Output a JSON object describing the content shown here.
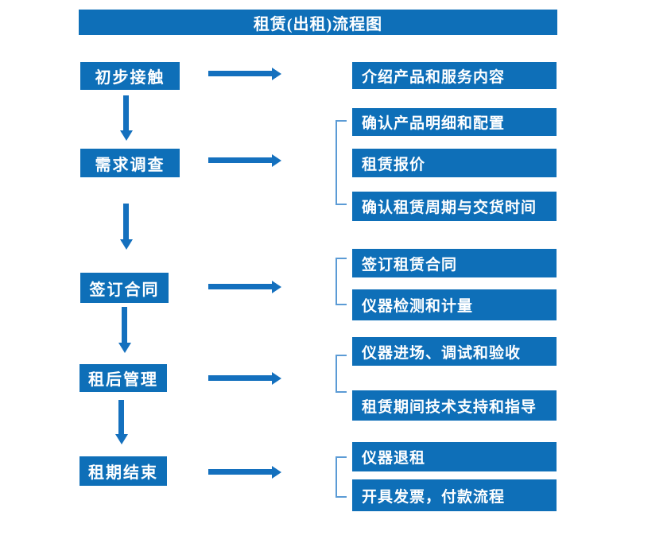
{
  "title": "租赁(出租)流程图",
  "colors": {
    "primary": "#0E6FB8",
    "arrow": "#1470BE",
    "bracket": "#5B9BD5",
    "text-on-primary": "#FFFFFF"
  },
  "steps": [
    {
      "label": "初步接触",
      "outputs": [
        "介绍产品和服务内容"
      ]
    },
    {
      "label": "需求调查",
      "outputs": [
        "确认产品明细和配置",
        "租赁报价",
        "确认租赁周期与交货时间"
      ]
    },
    {
      "label": "签订合同",
      "outputs": [
        "签订租赁合同",
        "仪器检测和计量"
      ]
    },
    {
      "label": "租后管理",
      "outputs": [
        "仪器进场、调试和验收",
        "租赁期间技术支持和指导"
      ]
    },
    {
      "label": "租期结束",
      "outputs": [
        "仪器退租",
        "开具发票，付款流程"
      ]
    }
  ]
}
